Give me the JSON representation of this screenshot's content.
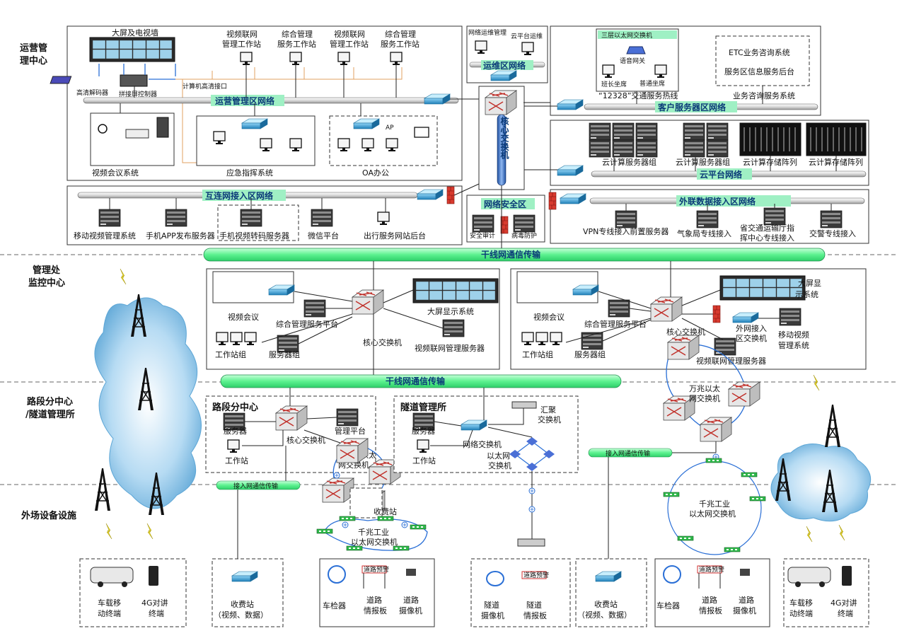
{
  "rows": {
    "ops_center_line1": "运营管",
    "ops_center_line2": "理中心",
    "mgmt_line1": "管理处",
    "mgmt_line2": "监控中心",
    "section_line1": "路段分中心",
    "section_line2": "/隧道管理所",
    "field": "外场设备设施"
  },
  "ops": {
    "video_wall": "大屏及电视墙",
    "hd_decoder": "高清解码器",
    "splice_controller": "拼接屏控制器",
    "computer_hd_port": "计算机高清接口",
    "ws1_l1": "视频联网",
    "ws1_l2": "管理工作站",
    "ws2_l1": "综合管理",
    "ws2_l2": "服务工作站",
    "ws3_l1": "视频联网",
    "ws3_l2": "管理工作站",
    "ws4_l1": "综合管理",
    "ws4_l2": "服务工作站",
    "net": "运营管理区网络",
    "video_conf": "视频会议系统",
    "emergency": "应急指挥系统",
    "oa": "OA办公",
    "ap": "AP"
  },
  "ops_maint": {
    "net_mgmt": "网络运维管理",
    "cloud_mgmt": "云平台运维",
    "net": "运维区网络"
  },
  "core_switch": "核心交换机",
  "customer": {
    "l3_switch": "三层以太网交换机",
    "voice_gw": "语音网关",
    "team_seat": "班长坐席",
    "normal_seat": "普通坐席",
    "hotline": "“12328”交通服务热线",
    "etc": "ETC业务咨询系统",
    "area_info": "服务区信息服务后台",
    "biz": "业务咨询服务系统",
    "net": "客户服务器区网络"
  },
  "cloud": {
    "g1": "云计算服务器组",
    "g2": "云计算服务器组",
    "s1": "云计算存储阵列",
    "s2": "云计算存储阵列",
    "net": "云平台网络"
  },
  "interconnect": {
    "net": "互连网接入区网络",
    "items": [
      "移动视频管理系统",
      "手机APP发布服务器",
      "手机视频转码服务器",
      "微信平台",
      "出行服务网站后台"
    ]
  },
  "security": {
    "net": "网络安全区",
    "audit": "安全审计",
    "antivirus": "病毒防护"
  },
  "external": {
    "net": "外联数据接入区网络",
    "vpn": "VPN专线接入前置服务器",
    "weather": "气象局专线接入",
    "prov_l1": "省交通运输厅指",
    "prov_l2": "挥中心专线接入",
    "police": "交警专线接入"
  },
  "trunk1": "干线网通信传输",
  "trunk2": "干线网通信传输",
  "mgmt_left": {
    "video_conf": "视频会议",
    "integrated": "综合管理服务平台",
    "core": "核心交换机",
    "big_screen": "大屏显示系统",
    "video_mgmt": "视频联网管理服务器",
    "workstations": "工作站组",
    "servers": "服务器组"
  },
  "mgmt_right": {
    "video_conf": "视频会议",
    "integrated": "综合管理服务平台",
    "core": "核心交换机",
    "big_screen_l1": "大屏显",
    "big_screen_l2": "示系统",
    "ext_switch_l1": "外网接入",
    "ext_switch_l2": "区交换机",
    "mobile_video_l1": "移动视频",
    "mobile_video_l2": "管理系统",
    "workstations": "工作站组",
    "servers": "服务器组",
    "video_mgmt": "视频联网管理服务器",
    "ring10g_l1": "万兆以太",
    "ring10g_l2": "网交换机"
  },
  "section_center": {
    "title": "路段分中心",
    "server": "服务器",
    "platform": "管理平台",
    "core": "核心交换机",
    "workstation": "工作站",
    "ring10g_l1": "万兆以太",
    "ring10g_l2": "网交换机"
  },
  "tunnel": {
    "title": "隧道管理所",
    "server": "服务器",
    "net_switch": "网络交换机",
    "agg_l1": "汇聚",
    "agg_l2": "交换机",
    "workstation": "工作站",
    "eth_l1": "以太网",
    "eth_l2": "交换机"
  },
  "access1": "接入网通信传输",
  "access2": "接入网通信传输",
  "toll_station": "收费站",
  "ring1g_l1": "千兆工业",
  "ring1g_l2": "以太网交换机",
  "ring1g_r_l1": "千兆工业",
  "ring1g_r_l2": "以太网交换机",
  "field": {
    "veh_l1": "车载移",
    "veh_l2": "动终端",
    "radio_l1": "4G对讲",
    "radio_l2": "终端",
    "toll_l1": "收费站",
    "toll_l2": "（视频、数据）",
    "detector": "车检器",
    "vms_l1": "道路",
    "vms_l2": "情报板",
    "cam_l1": "道路",
    "cam_l2": "摄像机",
    "tcam_l1": "隧道",
    "tcam_l2": "摄像机",
    "tvms_l1": "隧道",
    "tvms_l2": "情报板",
    "toll2_l1": "收费站",
    "toll2_l2": "（视频、数据）",
    "detector2": "车检器",
    "vms2_l1": "道路",
    "vms2_l2": "情报板",
    "cam2_l1": "道路",
    "cam2_l2": "摄像机",
    "veh2_l1": "车载移",
    "veh2_l2": "动终端",
    "radio2_l1": "4G对讲",
    "radio2_l2": "终端",
    "vms_sign": "道路预警"
  },
  "colors": {
    "net_bar": "#9ff0c4",
    "trunk": "#7ef7a8",
    "switch": "#3aa3d8",
    "cloud": "#8ec6ea",
    "core": "#c97a7a"
  }
}
